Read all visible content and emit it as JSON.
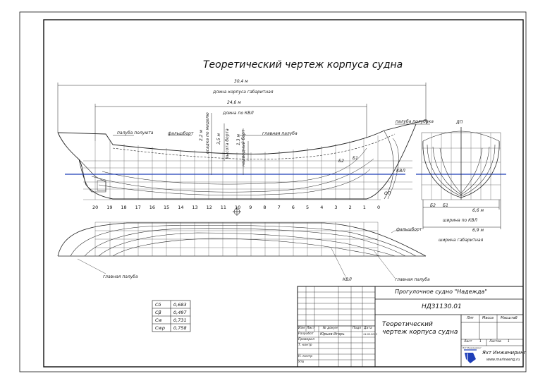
{
  "drawing": {
    "title": "Теоретический чертеж корпуса судна",
    "dimensions": {
      "overall_length": "30,4 м",
      "overall_length_label": "длина корпуса габаритная",
      "kvl_length": "24,6 м",
      "kvl_length_label": "длина по КВЛ",
      "draft_midship": "2,2 м",
      "draft_midship_label": "осадка по миделю",
      "side_height": "3,5 м",
      "side_height_label": "высота борта",
      "freeboard": "1,3 м",
      "freeboard_label": "надводный борт",
      "beam_kvl": "6,6 м",
      "beam_kvl_label": "ширина по КВЛ",
      "beam_overall": "6,9 м",
      "beam_overall_label": "ширина габаритная"
    },
    "labels": {
      "poop_deck": "палуба полуюта",
      "bulwark": "фальшборт",
      "main_deck": "главная палуба",
      "forecastle_deck": "палуба полубака",
      "kvl": "КВЛ",
      "op": "ОП",
      "dp": "ДП",
      "b1": "Б1",
      "b2": "Б2",
      "bulwark_plan": "фальшборт",
      "main_deck_plan_left": "главная палуба",
      "kvl_plan": "КВЛ",
      "main_deck_plan_right": "главная палуба"
    },
    "stations": [
      "20",
      "19",
      "18",
      "17",
      "16",
      "15",
      "14",
      "13",
      "12",
      "11",
      "10",
      "9",
      "8",
      "7",
      "6",
      "5",
      "4",
      "3",
      "2",
      "1",
      "0"
    ]
  },
  "coefficients": [
    {
      "name": "Cδ",
      "value": "0,683"
    },
    {
      "name": "Cβ",
      "value": "0,497"
    },
    {
      "name": "Cw",
      "value": "0,731"
    },
    {
      "name": "Cwp",
      "value": "0,758"
    }
  ],
  "title_block": {
    "project": "Прогулочное судно \"Надежда\"",
    "doc_number": "НД31130.01",
    "sheet_title_line1": "Теоретический",
    "sheet_title_line2": "чертеж корпуса судна",
    "col_izm": "Изм",
    "col_list": "Лист",
    "col_ndoc": "№ докум",
    "col_podp": "Подп",
    "col_data": "Дата",
    "row_razrab": "Разработ",
    "razrab_name": "Юрьев Игорь",
    "razrab_date": "14.05.2013",
    "row_prover": "Проверил",
    "row_tkontr": "Т. контр",
    "row_nkontr": "Н. контр",
    "row_utv": "Утв",
    "hdr_lit": "Лит",
    "hdr_massa": "Масса",
    "hdr_masshtab": "Масштаб",
    "sheet_label": "Лист",
    "sheet_value": "1",
    "sheets_label": "Листов",
    "sheets_value": "1",
    "org_name": "Яхт Инжиниринг",
    "org_site": "www.marineeng.ru",
    "org_small": "Яхт Инжиниринг"
  }
}
